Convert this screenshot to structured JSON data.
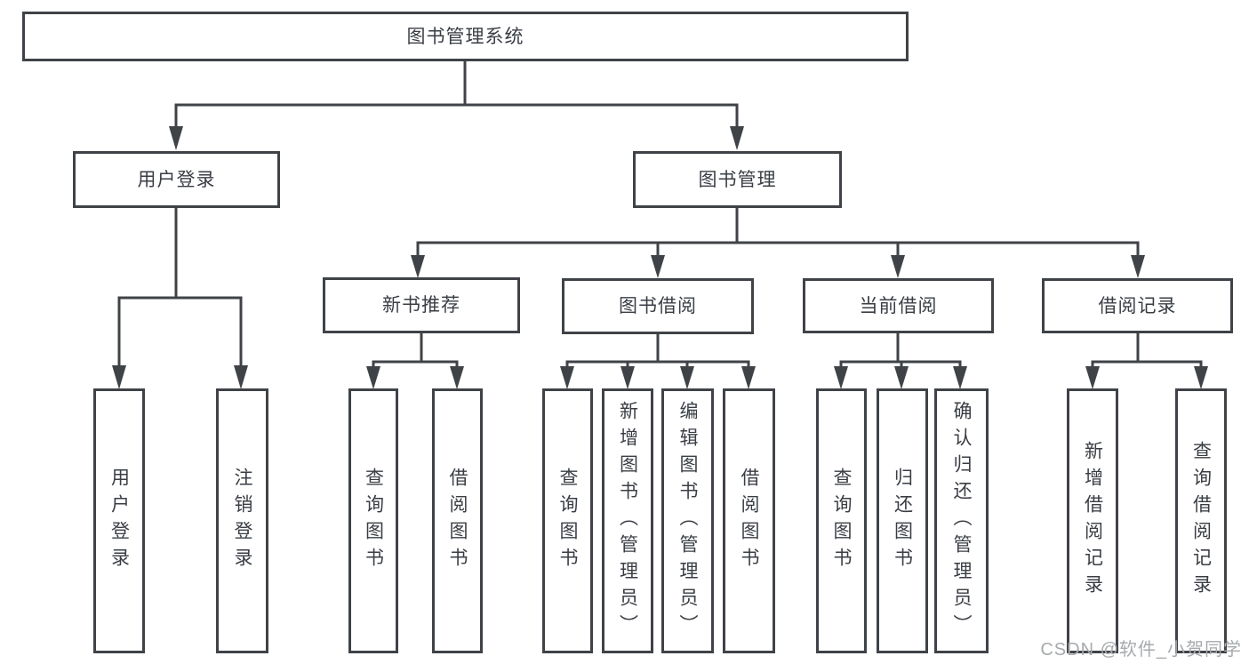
{
  "style": {
    "background": "#ffffff",
    "line_color": "#3f4347",
    "text_color": "#3a3e44",
    "watermark_color": "#a6aaad"
  },
  "watermark": {
    "text": "CSDN @软件_小贺同学"
  },
  "diagram": {
    "type": "tree",
    "root": {
      "label": "图书管理系统",
      "children": [
        {
          "label": "用户登录",
          "children": [
            {
              "label": "用户登录"
            },
            {
              "label": "注销登录"
            }
          ]
        },
        {
          "label": "图书管理",
          "children": [
            {
              "label": "新书推荐",
              "children": [
                {
                  "label": "查询图书"
                },
                {
                  "label": "借阅图书"
                }
              ]
            },
            {
              "label": "图书借阅",
              "children": [
                {
                  "label": "查询图书"
                },
                {
                  "label": "新增图书（管理员）"
                },
                {
                  "label": "编辑图书（管理员）"
                },
                {
                  "label": "借阅图书"
                }
              ]
            },
            {
              "label": "当前借阅",
              "children": [
                {
                  "label": "查询图书"
                },
                {
                  "label": "归还图书"
                },
                {
                  "label": "确认归还（管理员）"
                }
              ]
            },
            {
              "label": "借阅记录",
              "children": [
                {
                  "label": "新增借阅记录"
                },
                {
                  "label": "查询借阅记录"
                }
              ]
            }
          ]
        }
      ]
    }
  }
}
